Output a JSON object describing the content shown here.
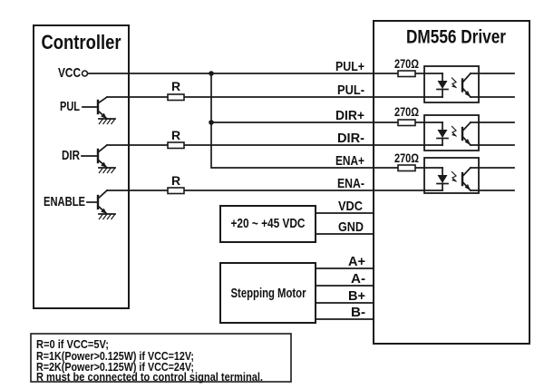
{
  "colors": {
    "background": "#ffffff",
    "line": "#1a1a1a",
    "text": "#101010"
  },
  "controller": {
    "title": "Controller",
    "pin_labels": [
      "VCC",
      "PUL",
      "DIR",
      "ENABLE"
    ],
    "series_resistor_label": "R"
  },
  "driver": {
    "title": "DM556 Driver",
    "input_resistor_label": "270Ω",
    "signal_terminals": [
      "PUL+",
      "PUL-",
      "DIR+",
      "DIR-",
      "ENA+",
      "ENA-"
    ],
    "power_terminals": [
      "VDC",
      "GND"
    ],
    "motor_terminals": [
      "A+",
      "A-",
      "B+",
      "B-"
    ]
  },
  "power_supply": {
    "label": "+20 ~ +45 VDC"
  },
  "stepping_motor": {
    "label": "Stepping Motor"
  },
  "note": {
    "lines": [
      "R=0 if VCC=5V;",
      "R=1K(Power>0.125W) if VCC=12V;",
      "R=2K(Power>0.125W) if VCC=24V;",
      "R must be connected to control signal terminal."
    ]
  }
}
